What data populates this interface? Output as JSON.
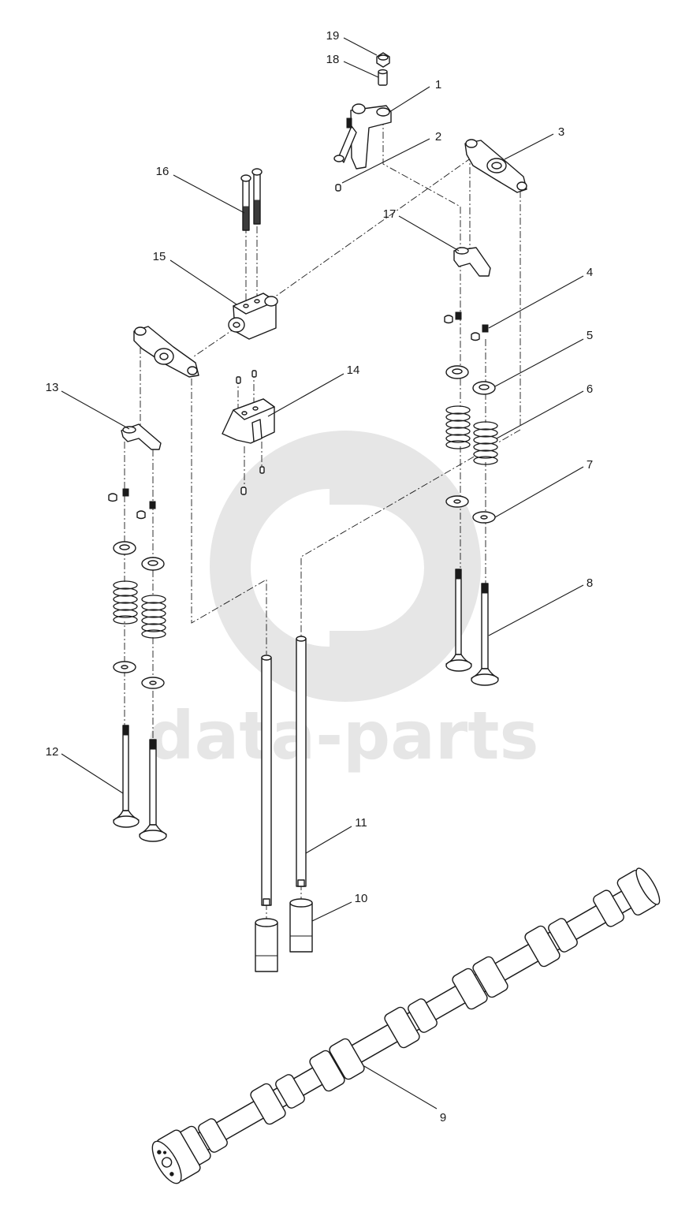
{
  "watermark": {
    "text": "data-parts",
    "color": "#e6e6e6"
  },
  "callouts": [
    "19",
    "18",
    "1",
    "2",
    "3",
    "16",
    "17",
    "15",
    "4",
    "5",
    "14",
    "13",
    "6",
    "7",
    "8",
    "12",
    "11",
    "10",
    "9"
  ],
  "parts": [
    {
      "id": "1",
      "icon": "rocker-bracket-icon"
    },
    {
      "id": "2",
      "icon": "dowel-pin-icon"
    },
    {
      "id": "3",
      "icon": "rocker-arm-icon"
    },
    {
      "id": "4",
      "icon": "valve-cotter-icon"
    },
    {
      "id": "5",
      "icon": "spring-retainer-icon"
    },
    {
      "id": "6",
      "icon": "valve-spring-icon"
    },
    {
      "id": "7",
      "icon": "spring-seat-washer-icon"
    },
    {
      "id": "8",
      "icon": "valve-icon"
    },
    {
      "id": "9",
      "icon": "camshaft-icon"
    },
    {
      "id": "10",
      "icon": "tappet-icon"
    },
    {
      "id": "11",
      "icon": "push-rod-icon"
    },
    {
      "id": "12",
      "icon": "valve-icon"
    },
    {
      "id": "13",
      "icon": "valve-bridge-icon"
    },
    {
      "id": "14",
      "icon": "rocker-support-icon"
    },
    {
      "id": "15",
      "icon": "rocker-support-block-icon"
    },
    {
      "id": "16",
      "icon": "bolt-icon"
    },
    {
      "id": "17",
      "icon": "valve-bridge-icon"
    },
    {
      "id": "18",
      "icon": "stud-icon"
    },
    {
      "id": "19",
      "icon": "nut-icon"
    }
  ]
}
